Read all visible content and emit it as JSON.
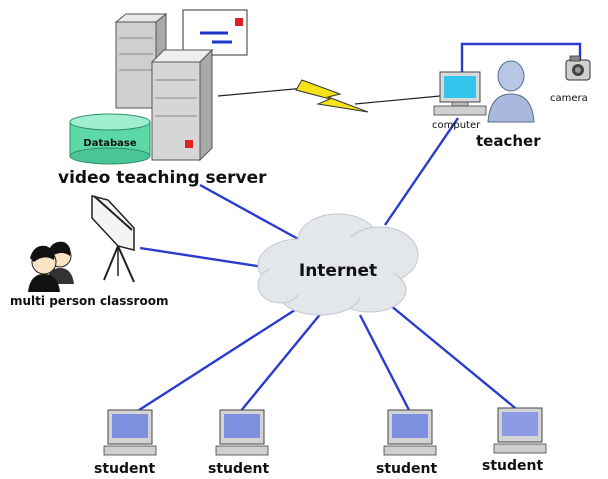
{
  "nodes": {
    "database": "Database",
    "server": "video teaching server",
    "internet": "Internet",
    "computer": "computer",
    "teacher": "teacher",
    "camera": "camera",
    "classroom": "multi person classroom",
    "students": [
      "student",
      "student",
      "student",
      "student"
    ]
  },
  "colors": {
    "link": "#2a3ccf",
    "lightning": "#f5e21b",
    "database": "#5cd7a6",
    "cloud": "#e3e6ea",
    "server": "#cfcfcf"
  }
}
